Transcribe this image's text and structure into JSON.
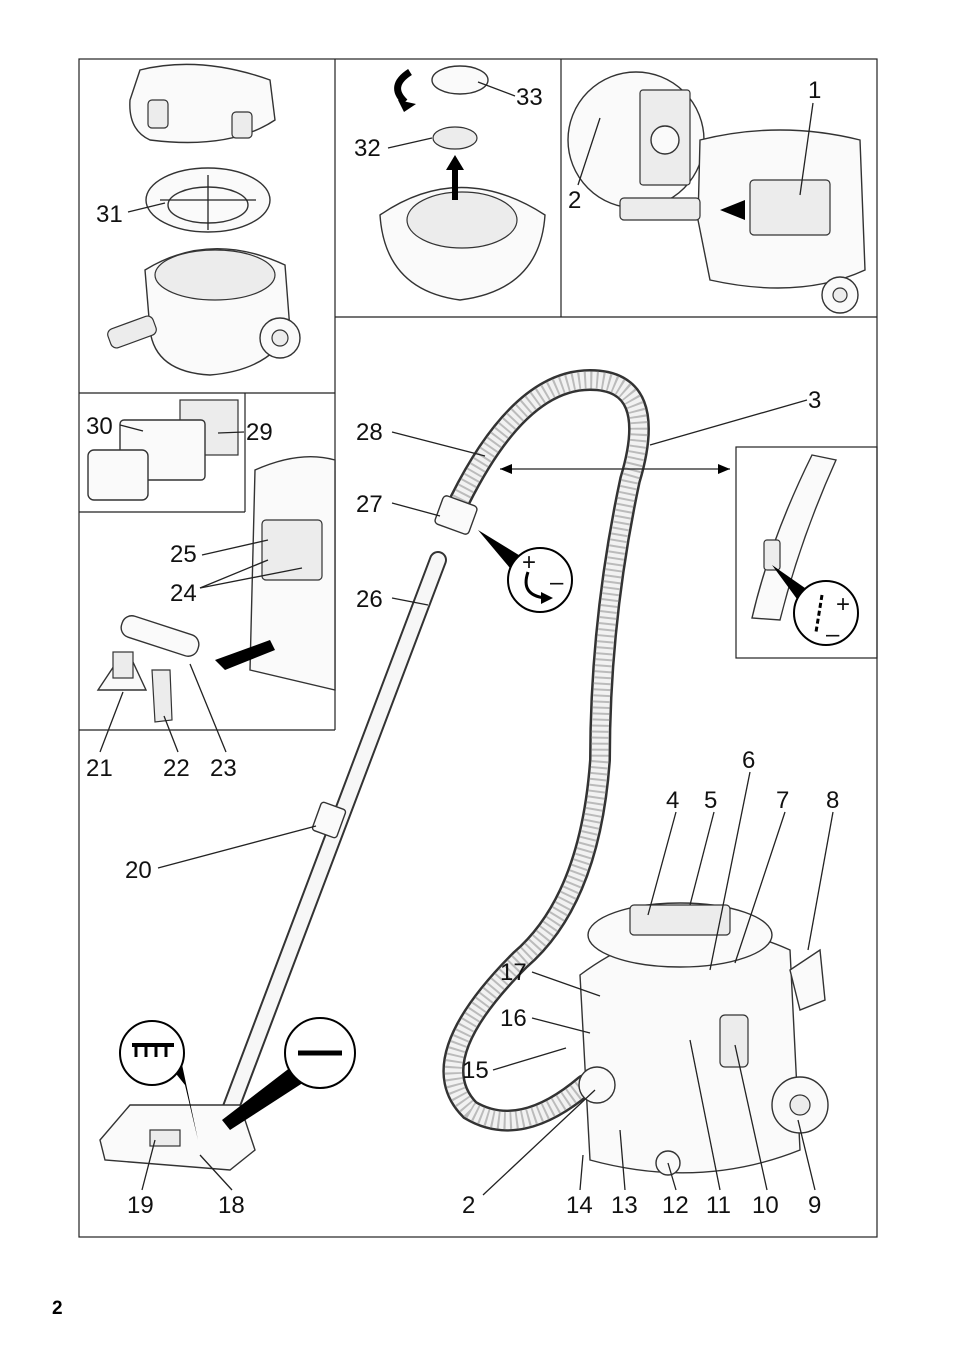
{
  "page_number": "2",
  "labels": {
    "n1": "1",
    "n2": "2",
    "n3": "3",
    "n4": "4",
    "n5": "5",
    "n6": "6",
    "n7": "7",
    "n8": "8",
    "n9": "9",
    "n10": "10",
    "n11": "11",
    "n12": "12",
    "n13": "13",
    "n14": "14",
    "n15": "15",
    "n16": "16",
    "n17": "17",
    "n18": "18",
    "n19": "19",
    "n20": "20",
    "n21": "21",
    "n22": "22",
    "n23": "23",
    "n24": "24",
    "n25": "25",
    "n26": "26",
    "n27": "27",
    "n28": "28",
    "n29": "29",
    "n30": "30",
    "n31": "31",
    "n32": "32",
    "n33": "33",
    "n2b": "2"
  },
  "symbols": {
    "plus": "+",
    "minus": "–"
  }
}
